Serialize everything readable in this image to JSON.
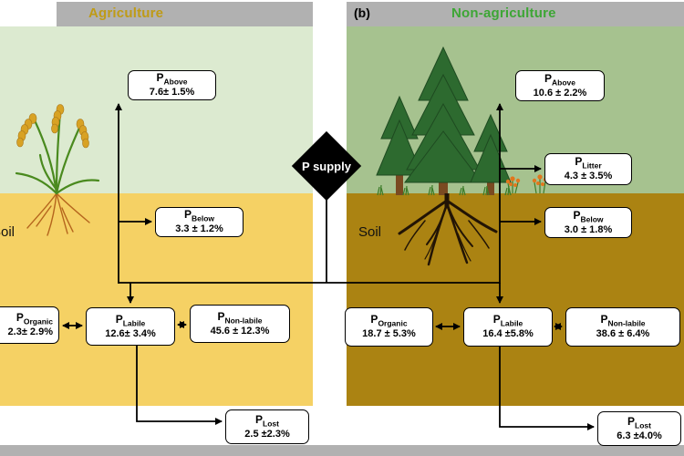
{
  "header": {
    "left_title": "Agriculture",
    "right_marker": "(b)",
    "right_title": "Non-agriculture"
  },
  "center": {
    "supply_label": "P supply"
  },
  "symbols": {
    "p": "P"
  },
  "left": {
    "soil_label": "Soil",
    "boxes": {
      "above": {
        "sub": "Above",
        "value": "7.6± 1.5%"
      },
      "below": {
        "sub": "Below",
        "value": "3.3 ± 1.2%"
      },
      "organic": {
        "sub": "Organic",
        "value": "2.3± 2.9%"
      },
      "labile": {
        "sub": "Labile",
        "value": "12.6± 3.4%"
      },
      "non_labile": {
        "sub": "Non-labile",
        "value": "45.6 ± 12.3%"
      },
      "lost": {
        "sub": "Lost",
        "value": "2.5 ±2.3%"
      }
    }
  },
  "right": {
    "soil_label": "Soil",
    "boxes": {
      "above": {
        "sub": "Above",
        "value": "10.6 ± 2.2%"
      },
      "litter": {
        "sub": "Litter",
        "value": "4.3 ± 3.5%"
      },
      "below": {
        "sub": "Below",
        "value": "3.0 ± 1.8%"
      },
      "organic": {
        "sub": "Organic",
        "value": "18.7 ± 5.3%"
      },
      "labile": {
        "sub": "Labile",
        "value": "16.4 ±5.8%"
      },
      "non_labile": {
        "sub": "Non-labile",
        "value": "38.6 ± 6.4%"
      },
      "lost": {
        "sub": "Lost",
        "value": "6.3 ±4.0%"
      }
    }
  },
  "colors": {
    "header_bar": "#b1b1b1",
    "bottom_bar": "#b1b1b1",
    "agriculture_title": "#bf9b16",
    "non_agriculture_title": "#3da635",
    "left_canopy": "#dcead0",
    "left_soil": "#f5d164",
    "right_canopy": "#a6c28f",
    "right_soil": "#ab8312",
    "supply_diamond": "#000000",
    "box_border": "#000000"
  }
}
